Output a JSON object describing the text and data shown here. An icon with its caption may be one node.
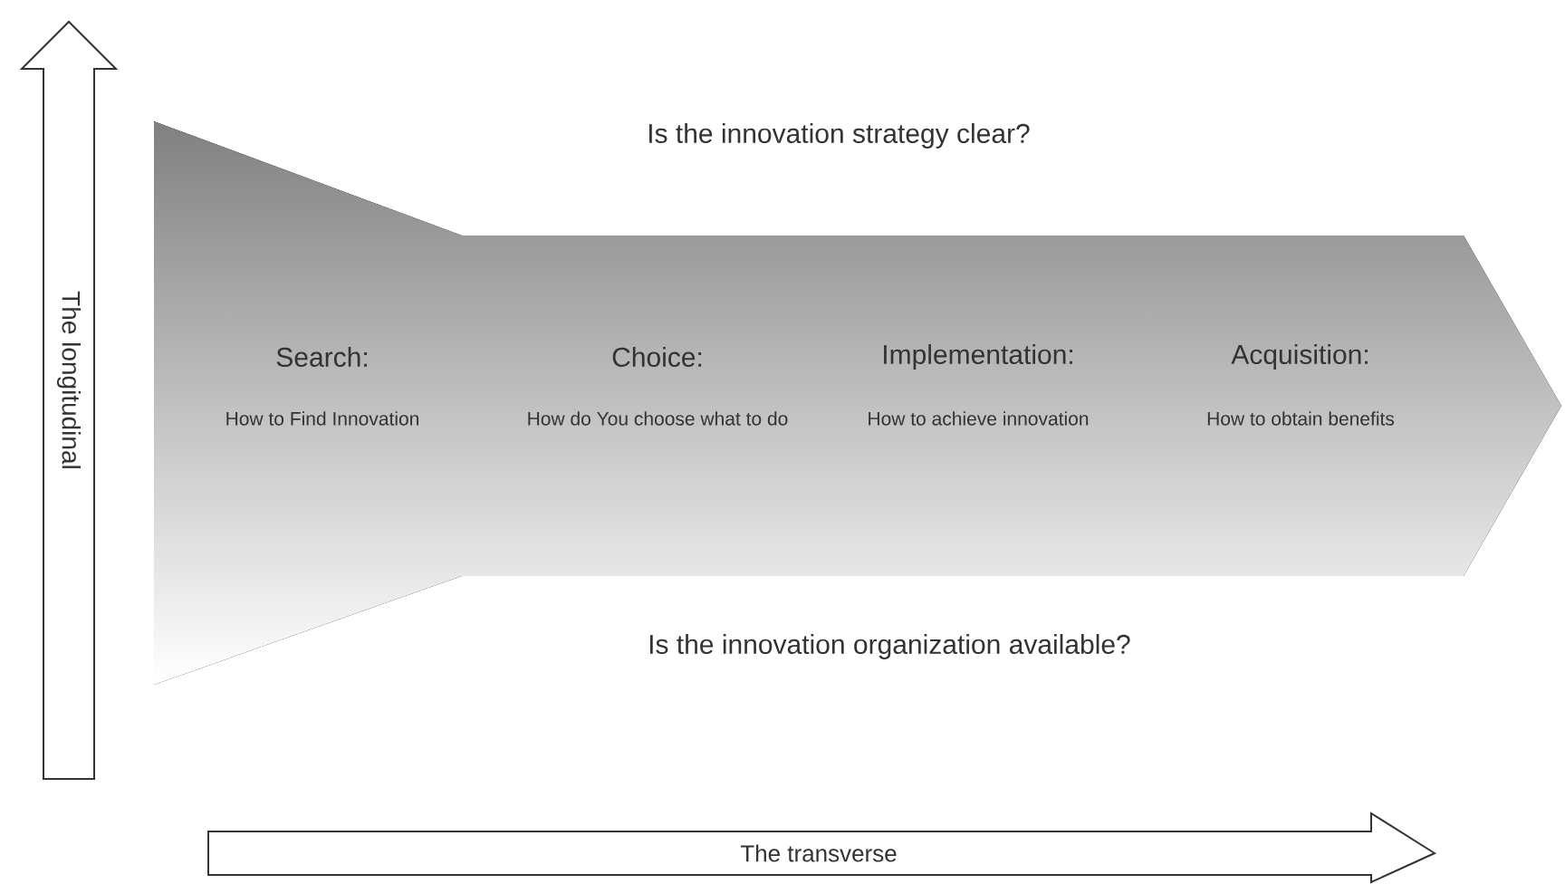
{
  "diagram": {
    "nodes": [
      {
        "text": [
          "Search:",
          "How to Find Innovation",
          "Choice:",
          "How do You choose what to do",
          "Implementation:",
          "How to achieve innovation",
          "Acquisition:",
          "How to obtain benefits"
        ]
      },
      {
        "text": [
          "The longitudinal"
        ]
      },
      {
        "text": [
          "The transverse"
        ]
      }
    ],
    "labels": [
      "Is the innovation strategy clear?",
      "Is the innovation organization available?"
    ]
  }
}
